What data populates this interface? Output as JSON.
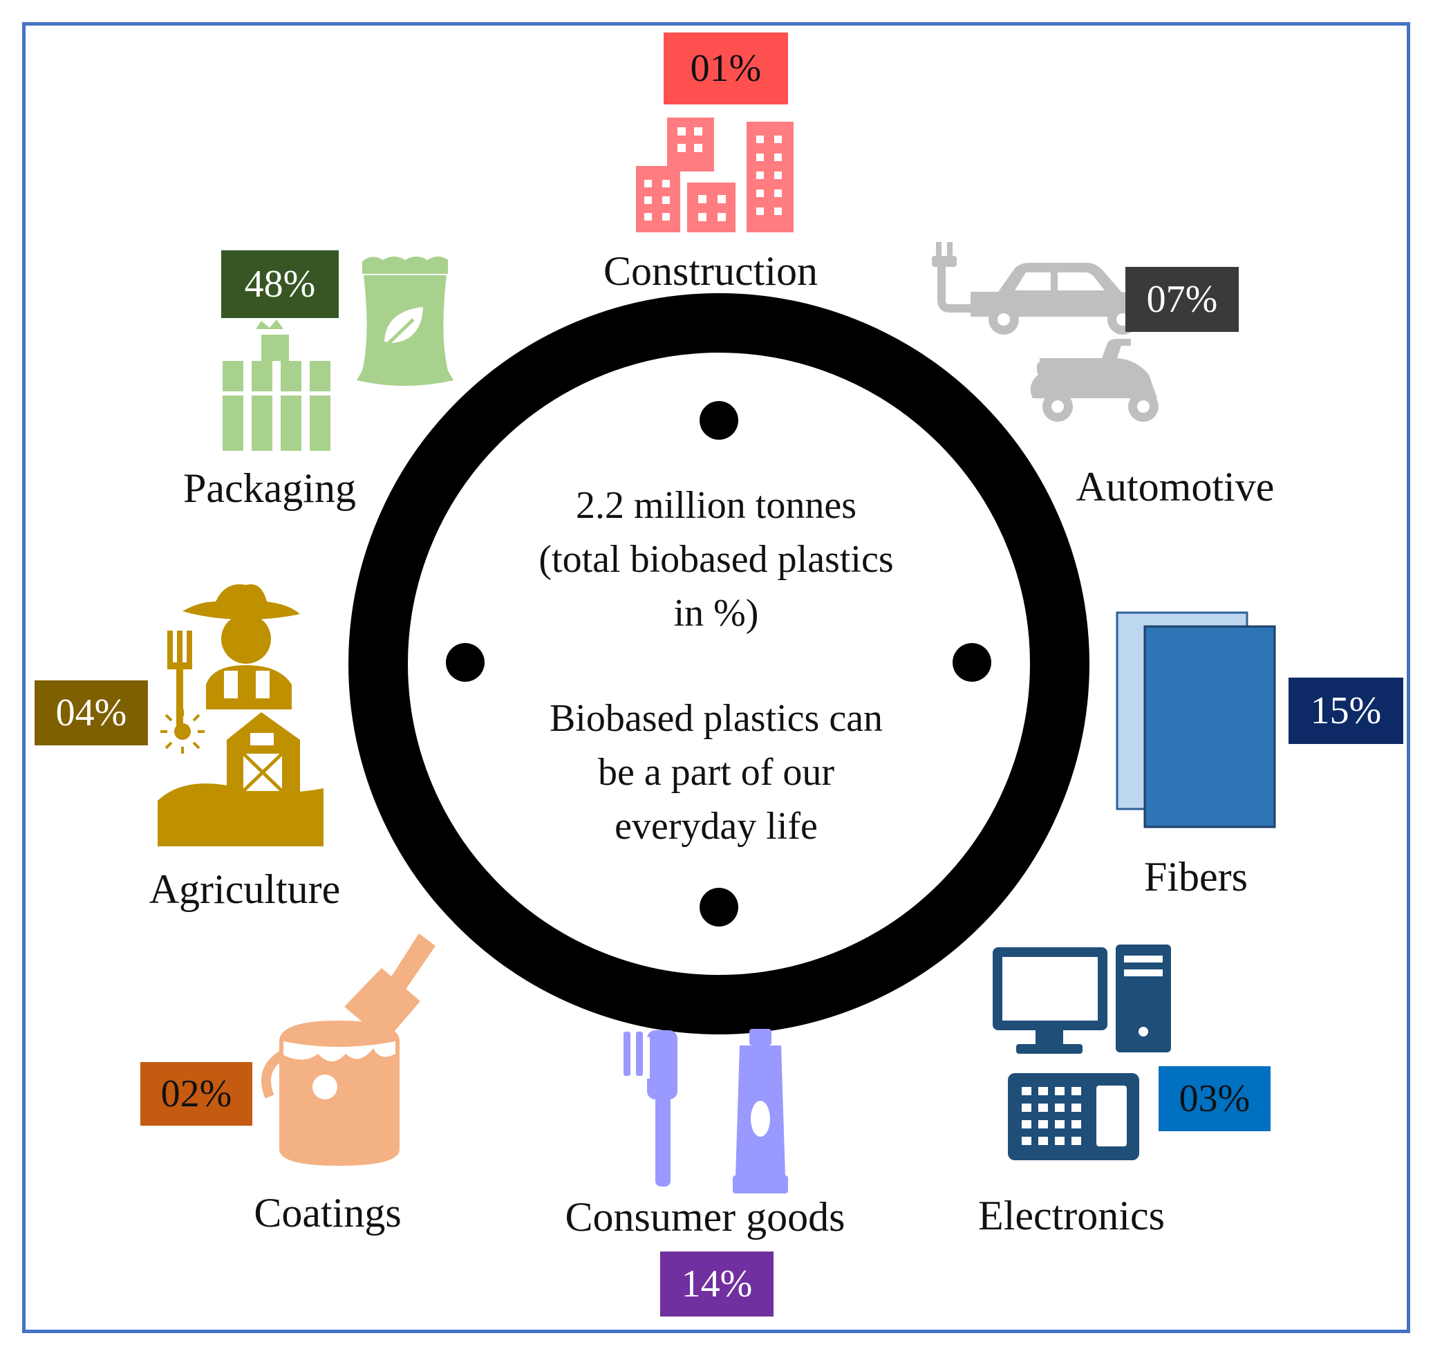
{
  "center": {
    "line1": "2.2 million tonnes",
    "line2": "(total biobased plastics",
    "line3": "in %)",
    "line4": "Biobased plastics can",
    "line5": "be a part of our",
    "line6": "everyday life"
  },
  "sectors": {
    "construction": {
      "label": "Construction",
      "percent": "01%",
      "color": "#ff5050",
      "icon": "buildings-icon"
    },
    "automotive": {
      "label": "Automotive",
      "percent": "07%",
      "color": "#3a3a3a",
      "icon": "car-scooter-icon"
    },
    "fibers": {
      "label": "Fibers",
      "percent": "15%",
      "color": "#0d2a66",
      "icon": "fiber-sheets-icon"
    },
    "electronics": {
      "label": "Electronics",
      "percent": "03%",
      "color": "#0070c0",
      "icon": "computer-phone-icon"
    },
    "consumer_goods": {
      "label": "Consumer goods",
      "percent": "14%",
      "color": "#7030a0",
      "icon": "toothbrush-tube-icon"
    },
    "coatings": {
      "label": "Coatings",
      "percent": "02%",
      "color": "#c55a11",
      "icon": "paint-bucket-icon"
    },
    "agriculture": {
      "label": "Agriculture",
      "percent": "04%",
      "color": "#7f6000",
      "icon": "farmer-barn-icon"
    },
    "packaging": {
      "label": "Packaging",
      "percent": "48%",
      "color": "#375623",
      "icon": "gift-bag-icon"
    }
  }
}
